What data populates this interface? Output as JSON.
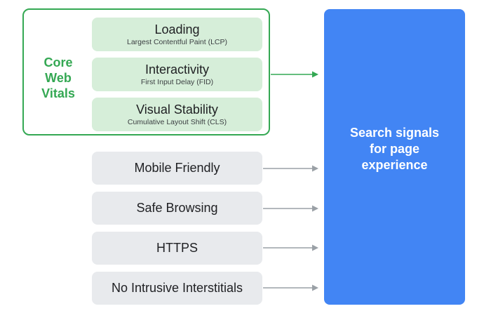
{
  "core_web_vitals": {
    "title_lines": [
      "Core",
      "Web",
      "Vitals"
    ],
    "items": [
      {
        "name": "Loading",
        "metric": "Largest Contentful Paint (LCP)"
      },
      {
        "name": "Interactivity",
        "metric": "First Input Delay (FID)"
      },
      {
        "name": "Visual Stability",
        "metric": "Cumulative Layout Shift (CLS)"
      }
    ]
  },
  "other_signals": [
    "Mobile Friendly",
    "Safe Browsing",
    "HTTPS",
    "No Intrusive Interstitials"
  ],
  "target": {
    "label": "Search signals for page experience"
  },
  "colors": {
    "cwv_accent": "#34a853",
    "cwv_fill": "#d6eed9",
    "signal_fill": "#e8eaed",
    "target_fill": "#4285f4",
    "arrow_gray": "#9aa0a6"
  }
}
